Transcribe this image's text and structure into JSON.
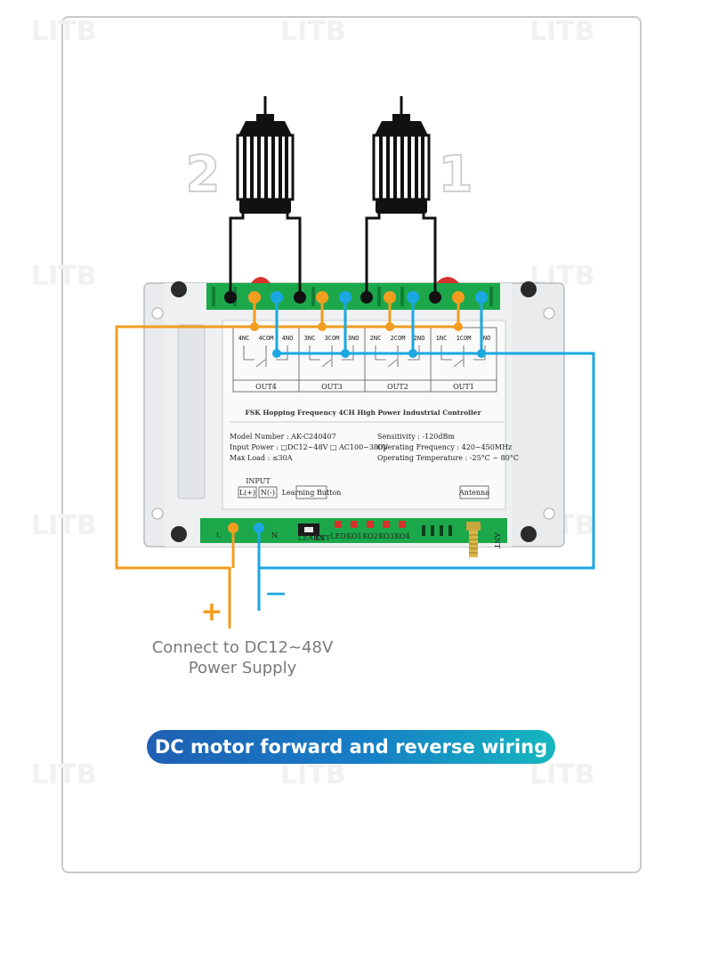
{
  "watermark": "LITB",
  "motors": [
    {
      "label": "2"
    },
    {
      "label": "1"
    }
  ],
  "relays": [
    {
      "name": "OUT4",
      "terminals": [
        "4NC",
        "4COM",
        "4NO"
      ]
    },
    {
      "name": "OUT3",
      "terminals": [
        "3NC",
        "3COM",
        "3NO"
      ]
    },
    {
      "name": "OUT2",
      "terminals": [
        "2NC",
        "2COM",
        "2NO"
      ]
    },
    {
      "name": "OUT1",
      "terminals": [
        "1NC",
        "1COM",
        "1NO"
      ]
    }
  ],
  "controller": {
    "title": "FSK Hopping Frequency 4CH  High Power  Industrial Controller",
    "model_number": "Model Number : AK-C240407",
    "input_power": "Input Power : □DC12~48V  □ AC100~380V",
    "max_load": "Max Load : ≤30A",
    "sensitivity": "Sensitivity : -120dBm",
    "operating_frequency": "Operating Frequency : 420~450MHz",
    "operating_temperature": "Operating Temperature : -25°C ~ 80°C",
    "input_label": "INPUT",
    "input_l": "L(+)",
    "input_n": "N(-)",
    "learning_button": "Learning Button",
    "antenna": "Antenna"
  },
  "bottom_strip": {
    "l": "L",
    "n": "N",
    "learn": "LEARN",
    "key": "KEY",
    "led": "LED",
    "ko1": "KO1",
    "ko2": "KO2",
    "ko3": "KO3",
    "ko4": "KO4",
    "ant": "ANT"
  },
  "polarity": {
    "plus": "+",
    "minus": "—"
  },
  "supply_text_line1": "Connect to DC12~48V",
  "supply_text_line2": "Power Supply",
  "banner": "DC motor forward and reverse wiring",
  "colors": {
    "positive_wire": "#f29d1e",
    "negative_wire": "#1ba7e2",
    "motor_wire": "#111111",
    "terminal_block": "#1ca84a",
    "banner_start": "#1f5fb4",
    "banner_end": "#16b7c0"
  }
}
